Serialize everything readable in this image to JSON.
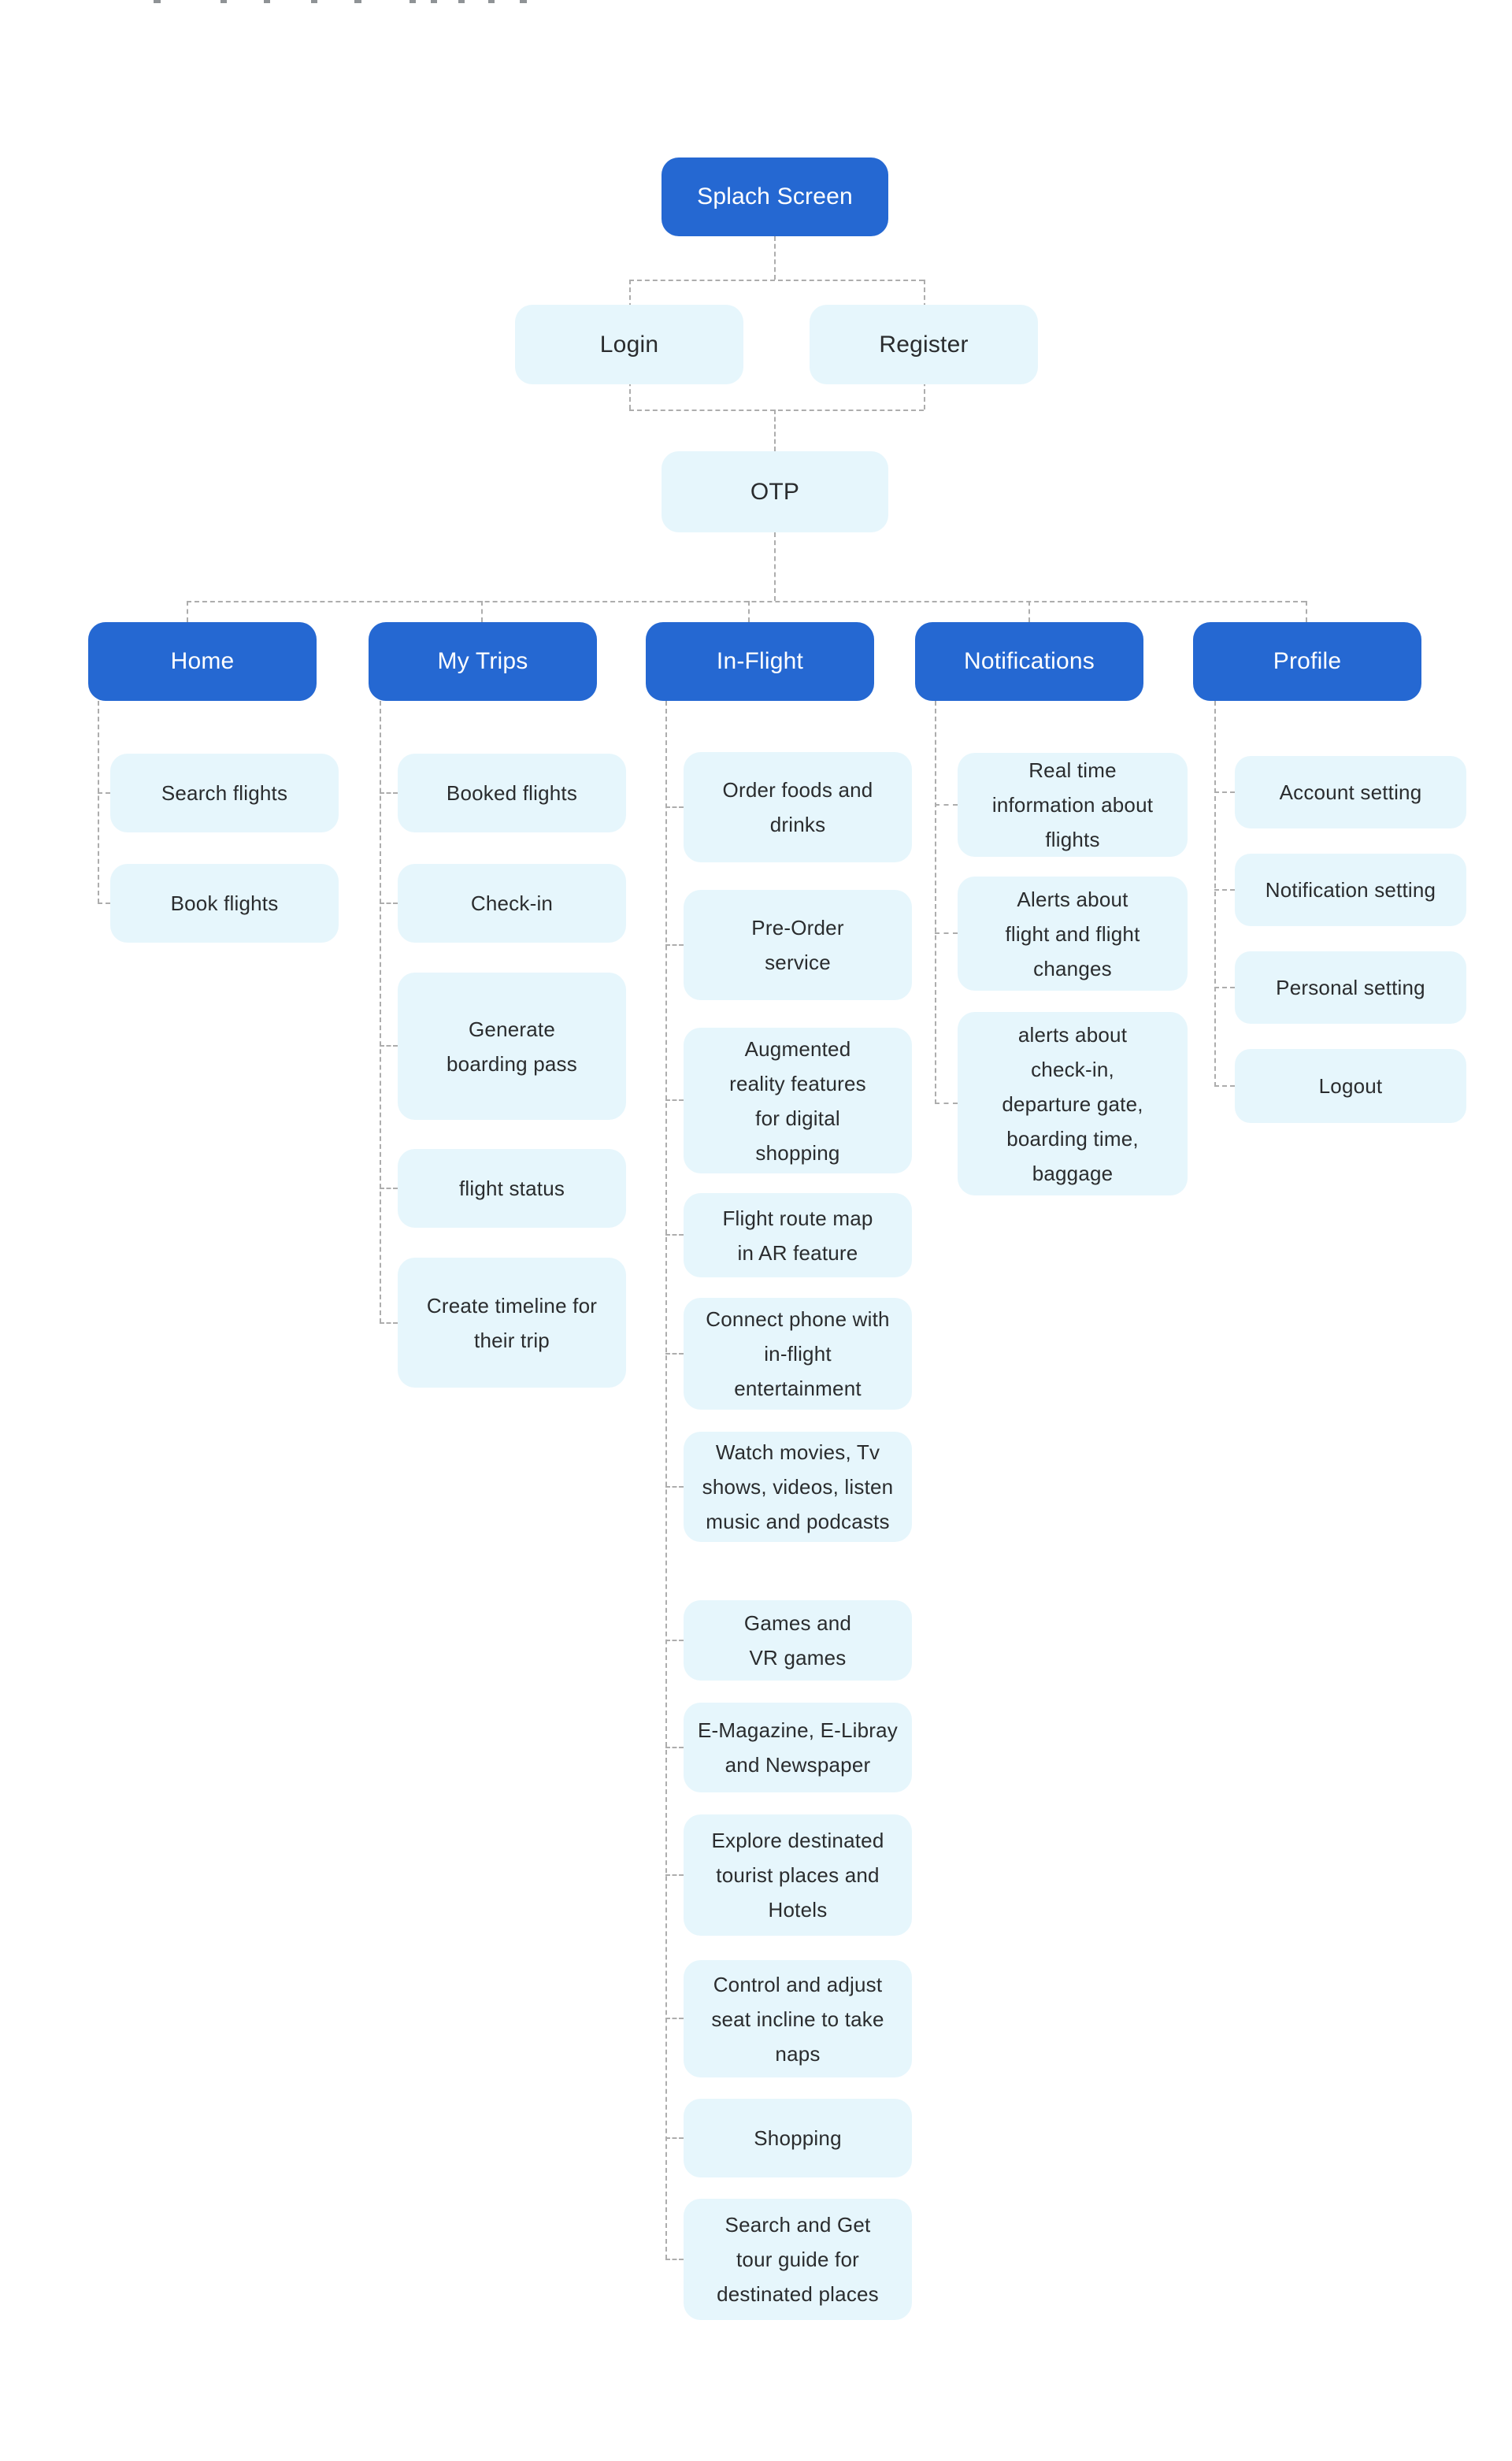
{
  "colors": {
    "primary": "#2568d2",
    "node_bg": "#e6f6fc",
    "connector": "#adadad",
    "text_dark": "#2a2c2e",
    "text_light": "#ffffff"
  },
  "flow": {
    "root": {
      "label": "Splach Screen"
    },
    "auth": [
      {
        "label": "Login"
      },
      {
        "label": "Register"
      }
    ],
    "otp": {
      "label": "OTP"
    },
    "branches": [
      {
        "label": "Home",
        "children": [
          "Search flights",
          "Book flights"
        ]
      },
      {
        "label": "My Trips",
        "children": [
          "Booked flights",
          "Check-in",
          "Generate boarding pass",
          "flight status",
          "Create timeline for their trip"
        ]
      },
      {
        "label": "In-Flight",
        "children": [
          "Order foods and drinks",
          "Pre-Order service",
          "Augmented reality features for digital shopping",
          "Flight route map in AR feature",
          "Connect phone with in-flight entertainment",
          "Watch movies, Tv shows, videos, listen music and podcasts",
          "Games and VR games",
          "E-Magazine, E-Libray and Newspaper",
          "Explore destinated tourist places and Hotels",
          "Control and adjust seat incline to take naps",
          "Shopping",
          "Search and Get tour guide for destinated places"
        ]
      },
      {
        "label": "Notifications",
        "children": [
          "Real time information about flights",
          "Alerts about flight and flight changes",
          "alerts about check-in, departure gate, boarding time, baggage"
        ]
      },
      {
        "label": "Profile",
        "children": [
          "Account setting",
          "Notification setting",
          "Personal setting",
          "Logout"
        ]
      }
    ]
  }
}
